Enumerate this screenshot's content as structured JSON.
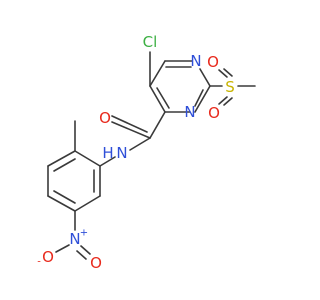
{
  "colors": {
    "carbon": "#3a3a3a",
    "chlorine": "#3cb043",
    "nitrogen": "#2f4fd8",
    "oxygen": "#e8291c",
    "sulfur": "#c8b400"
  },
  "atoms": {
    "cl": "Cl",
    "n_ring_top": "N",
    "n_ring_bottom": "N",
    "o_amide": "O",
    "s": "S",
    "o_s_left": "O",
    "o_s_bottom": "O",
    "n_amide": "N",
    "h_amide": "H",
    "n_nitro": "N",
    "n_nitro_charge": "+",
    "o_nitro_left": "O",
    "o_nitro_left_charge": "-",
    "o_nitro_right": "O"
  }
}
